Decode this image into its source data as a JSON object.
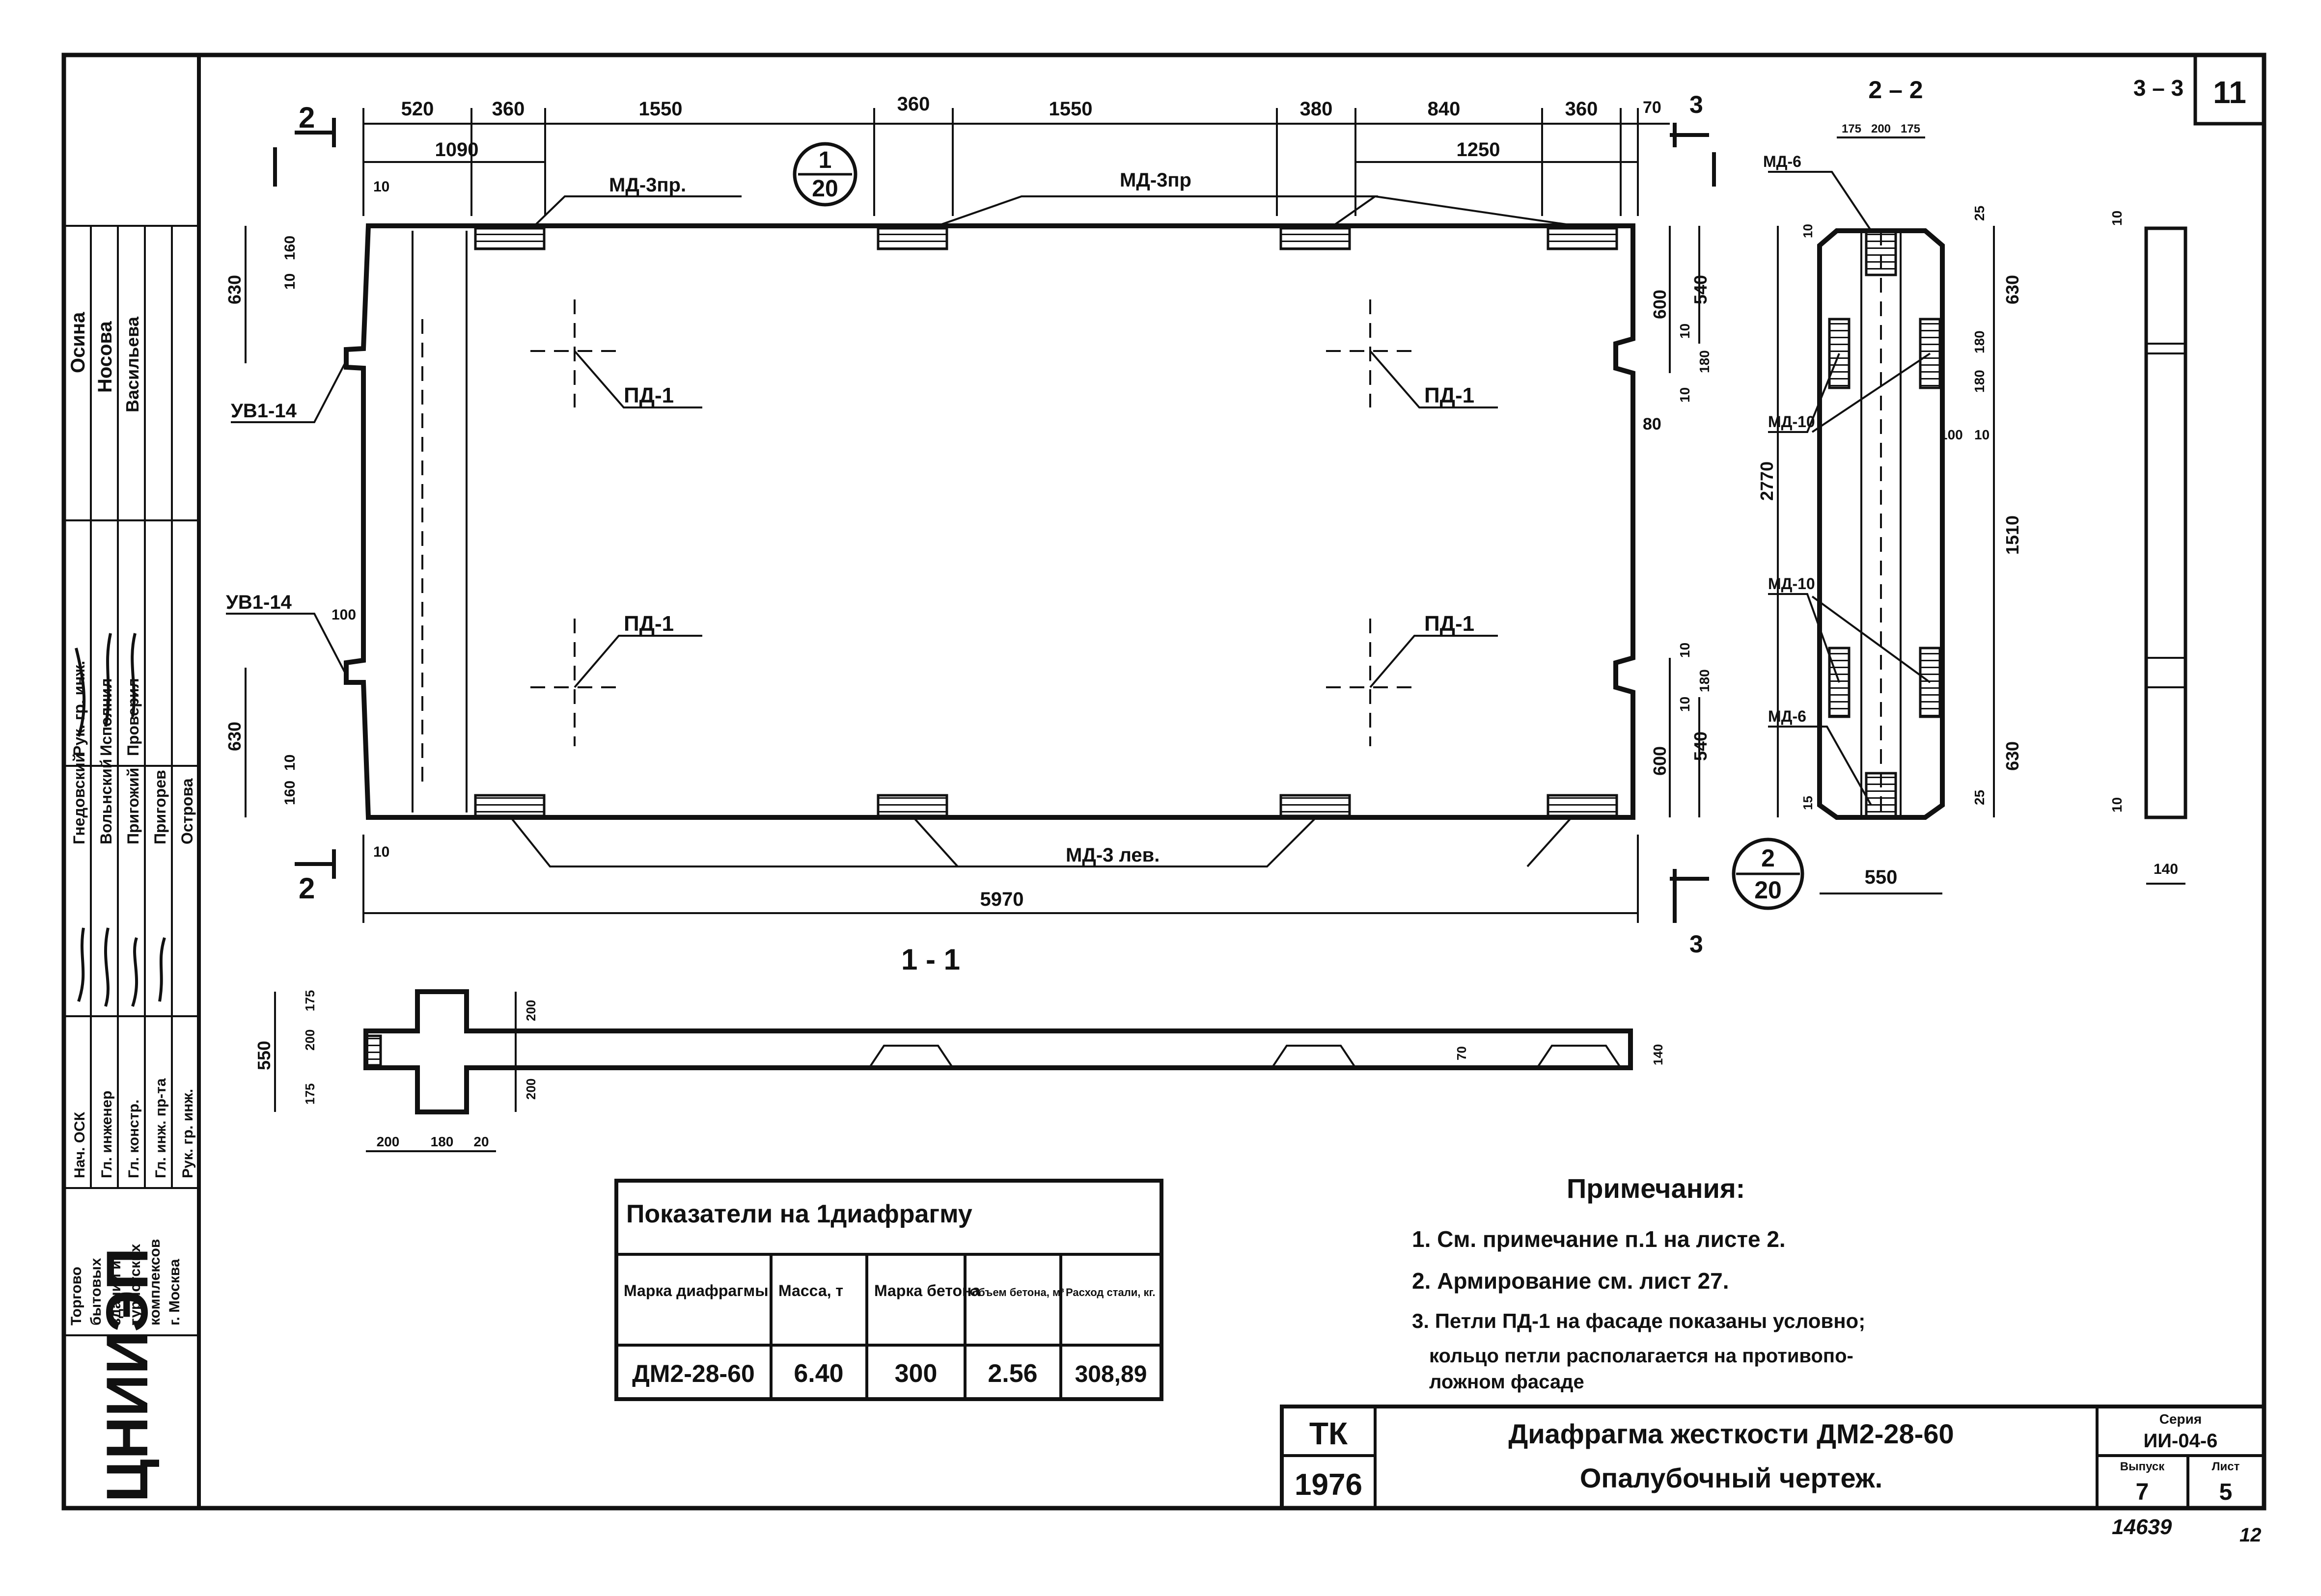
{
  "sheet_number_corner": "11",
  "sections": {
    "s2": "2 – 2",
    "s3": "3 – 3",
    "s1": "1 - 1"
  },
  "section_marks": {
    "two": "2",
    "three": "3"
  },
  "scale_bubbles": [
    {
      "top": "1",
      "bottom": "20"
    },
    {
      "top": "2",
      "bottom": "20"
    }
  ],
  "top_dims": [
    "520",
    "360",
    "1550",
    "360",
    "1550",
    "380",
    "840",
    "360",
    "70"
  ],
  "other_dims": {
    "d1090": "1090",
    "d1250": "1250",
    "d10a": "10",
    "d10b": "10",
    "left_630a": "630",
    "left_160a": "160",
    "left_10a": "10",
    "left_630b": "630",
    "left_160b": "160",
    "left_10b": "10",
    "left_100": "100",
    "right_600a": "600",
    "right_540a": "540",
    "right_10a": "10",
    "right_180a": "180",
    "right_10b": "10",
    "right_80": "80",
    "right_10c": "10",
    "right_180b": "180",
    "right_10d": "10",
    "right_540b": "540",
    "right_600b": "600",
    "bottom_5970": "5970",
    "s2_175a": "175",
    "s2_200": "200",
    "s2_175b": "175",
    "s2_25a": "25",
    "s2_630a": "630",
    "s2_180a": "180",
    "s2_180b": "180",
    "s2_100": "100",
    "s2_10": "10",
    "s2_2770": "2770",
    "s2_1510": "1510",
    "s2_630b": "630",
    "s2_25b": "25",
    "s2_550": "550",
    "s2_10a": "10",
    "s2_15": "15",
    "s3_10a": "10",
    "s3_10b": "10",
    "s3_140": "140",
    "s1_550": "550",
    "s1_175a": "175",
    "s1_200": "200",
    "s1_175b": "175",
    "s1_200a": "200",
    "s1_200b": "200",
    "s1_140": "140",
    "s1_70": "70",
    "s1_b200": "200",
    "s1_b180": "180",
    "s1_b20": "20"
  },
  "labels": {
    "md3pr_a": "МД-3пр.",
    "md3pr_b": "МД-3пр",
    "md3lev": "МД-3 лев.",
    "pd1": "ПД-1",
    "uvi14": "УВ1-14",
    "md6": "МД-6",
    "md10": "МД-10"
  },
  "indicators": {
    "title": "Показатели на 1диафрагму",
    "headers": [
      "Марка диафрагмы",
      "Масса, т",
      "Марка бетона",
      "Объем бетона, м³",
      "Расход стали, кг."
    ],
    "row": [
      "ДМ2-28-60",
      "6.40",
      "300",
      "2.56",
      "308,89"
    ]
  },
  "notes": {
    "title": "Примечания:",
    "items": [
      "1. См. примечание п.1 на листе 2.",
      "2. Армирование см. лист 27.",
      "3. Петли ПД-1 на фасаде показаны условно;",
      "кольцо петли располагается на противопо-",
      "ложном фасаде"
    ]
  },
  "title_block": {
    "tk": "ТК",
    "year": "1976",
    "title_line1": "Диафрагма жесткости ДМ2-28-60",
    "title_line2": "Опалубочный чертеж.",
    "series_label": "Серия",
    "series": "ИИ-04-6",
    "issue_label": "Выпуск",
    "issue": "7",
    "sheet_label": "Лист",
    "sheet": "5"
  },
  "side_stamp": {
    "org": [
      "Торгово",
      "бытовых",
      "зданий и",
      "туристских",
      "комплексов",
      "г. Москва"
    ],
    "logo": "ЦНИИЭП",
    "roles": [
      "Нач. ОСК",
      "Гл. инженер",
      "Гл. констр.",
      "Гл. инж. пр-та",
      "Рук. гр. инж."
    ],
    "names": [
      "Гнедовский",
      "Вольнский",
      "Пригожий",
      "Пригорев",
      "Острова"
    ],
    "roles2": [
      "Рук. гр. инж.",
      "Исполнил",
      "Проверил"
    ],
    "names2": [
      "Осина",
      "Носова",
      "Васильева"
    ]
  },
  "footer": {
    "archive": "14639",
    "page": "12"
  }
}
